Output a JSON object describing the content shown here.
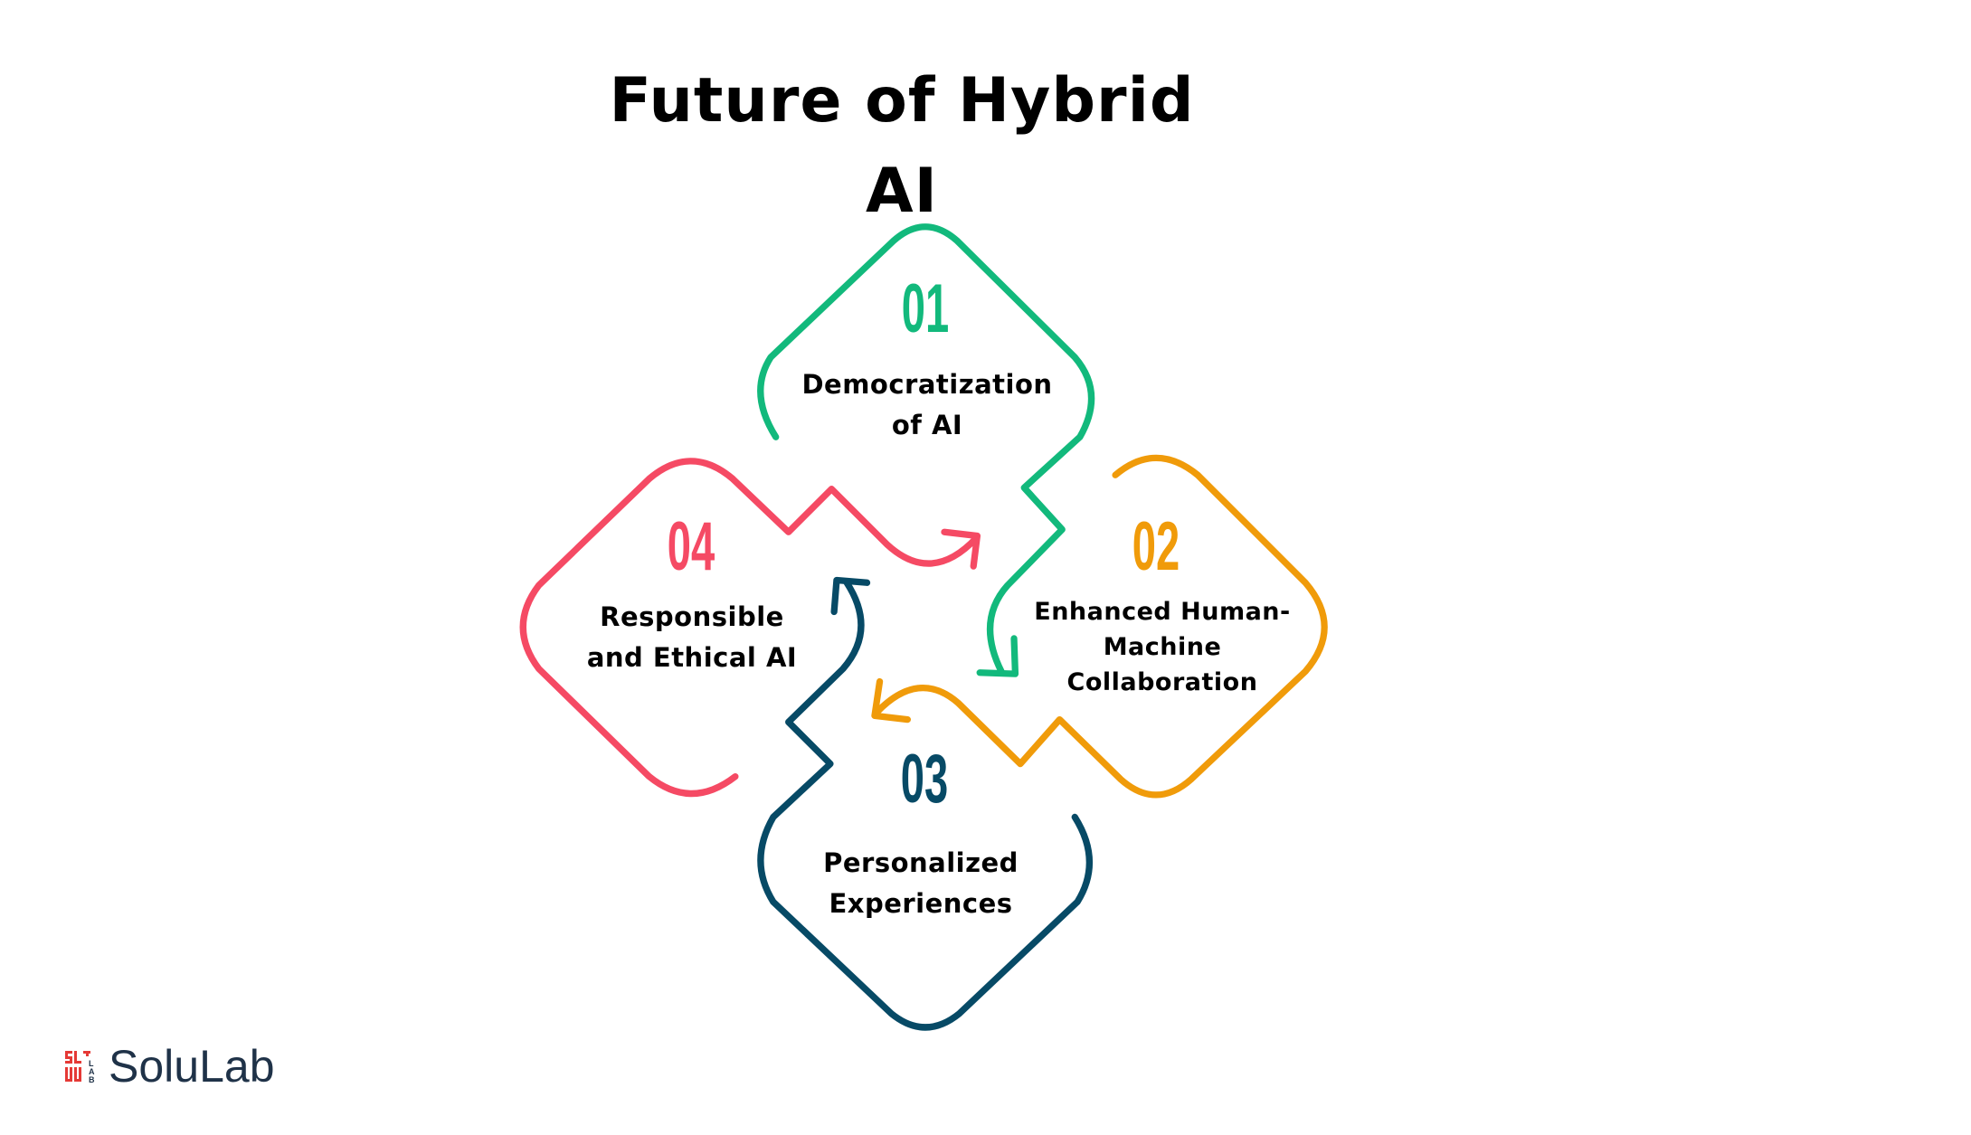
{
  "title": "Future of Hybrid AI",
  "colors": {
    "step1": "#12b97c",
    "step2": "#f09b0a",
    "step3": "#074a66",
    "step4": "#f54a64",
    "text": "#000000",
    "logo_red": "#e53935",
    "logo_text": "#1f3248"
  },
  "steps": [
    {
      "number": "01",
      "label_line1": "Democratization",
      "label_line2": "of AI",
      "color": "#12b97c"
    },
    {
      "number": "02",
      "label_line1": "Enhanced Human-",
      "label_line2": "Machine",
      "label_line3": "Collaboration",
      "color": "#f09b0a"
    },
    {
      "number": "03",
      "label_line1": "Personalized",
      "label_line2": "Experiences",
      "color": "#074a66"
    },
    {
      "number": "04",
      "label_line1": "Responsible",
      "label_line2": "and Ethical AI",
      "color": "#f54a64"
    }
  ],
  "logo": {
    "icon": "solulab-logo-icon",
    "icon_letters": "LAB",
    "text": "SoluLab"
  }
}
